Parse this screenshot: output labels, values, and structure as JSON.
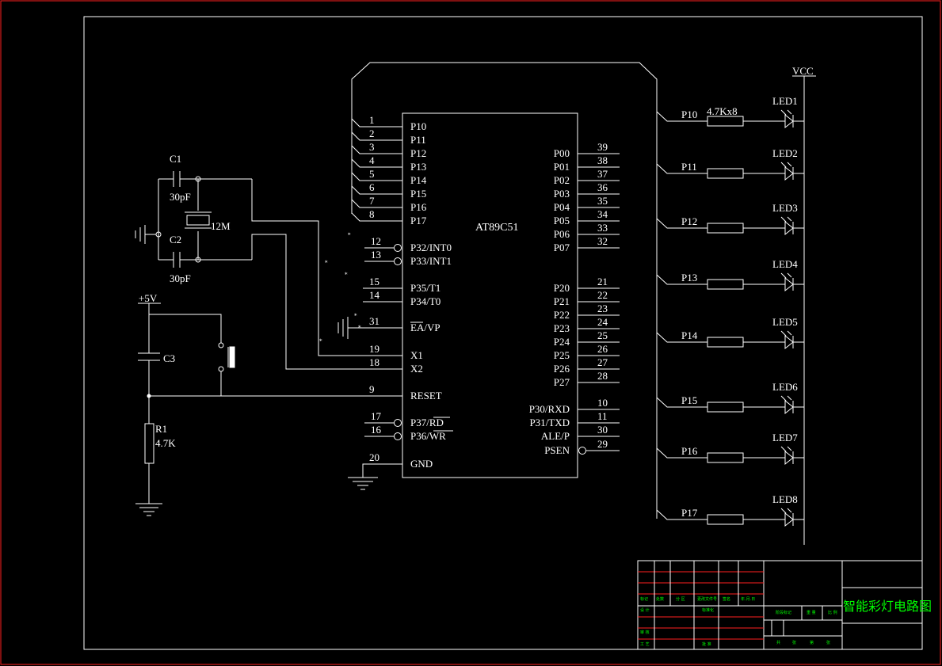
{
  "chip": {
    "name": "AT89C51",
    "left_pins": [
      {
        "num": "1",
        "label": "P10"
      },
      {
        "num": "2",
        "label": "P11"
      },
      {
        "num": "3",
        "label": "P12"
      },
      {
        "num": "4",
        "label": "P13"
      },
      {
        "num": "5",
        "label": "P14"
      },
      {
        "num": "6",
        "label": "P15"
      },
      {
        "num": "7",
        "label": "P16"
      },
      {
        "num": "8",
        "label": "P17"
      },
      {
        "num": "12",
        "label": "P32/INT0"
      },
      {
        "num": "13",
        "label": "P33/INT1"
      },
      {
        "num": "15",
        "label": "P35/T1"
      },
      {
        "num": "14",
        "label": "P34/T0"
      },
      {
        "num": "31",
        "label": "EA/VP"
      },
      {
        "num": "19",
        "label": "X1"
      },
      {
        "num": "18",
        "label": "X2"
      },
      {
        "num": "9",
        "label": "RESET"
      },
      {
        "num": "17",
        "label": "P37/RD"
      },
      {
        "num": "16",
        "label": "P36/WR"
      },
      {
        "num": "20",
        "label": "GND"
      }
    ],
    "right_pins": [
      {
        "num": "39",
        "label": "P00"
      },
      {
        "num": "38",
        "label": "P01"
      },
      {
        "num": "37",
        "label": "P02"
      },
      {
        "num": "36",
        "label": "P03"
      },
      {
        "num": "35",
        "label": "P04"
      },
      {
        "num": "34",
        "label": "P05"
      },
      {
        "num": "33",
        "label": "P06"
      },
      {
        "num": "32",
        "label": "P07"
      },
      {
        "num": "21",
        "label": "P20"
      },
      {
        "num": "22",
        "label": "P21"
      },
      {
        "num": "23",
        "label": "P22"
      },
      {
        "num": "24",
        "label": "P23"
      },
      {
        "num": "25",
        "label": "P24"
      },
      {
        "num": "26",
        "label": "P25"
      },
      {
        "num": "27",
        "label": "P26"
      },
      {
        "num": "28",
        "label": "P27"
      },
      {
        "num": "10",
        "label": "P30/RXD"
      },
      {
        "num": "11",
        "label": "P31/TXD"
      },
      {
        "num": "30",
        "label": "ALE/P"
      },
      {
        "num": "29",
        "label": "PSEN"
      }
    ]
  },
  "components": {
    "c1": "C1",
    "c1_val": "30pF",
    "c2": "C2",
    "c2_val": "30pF",
    "crystal": "12M",
    "c3": "C3",
    "r1": "R1",
    "r1_val": "4.7K",
    "vplus": "+5V",
    "vcc": "VCC",
    "resistor_array": "4.7Kx8"
  },
  "leds": [
    {
      "port": "P10",
      "led": "LED1"
    },
    {
      "port": "P11",
      "led": "LED2"
    },
    {
      "port": "P12",
      "led": "LED3"
    },
    {
      "port": "P13",
      "led": "LED4"
    },
    {
      "port": "P14",
      "led": "LED5"
    },
    {
      "port": "P15",
      "led": "LED6"
    },
    {
      "port": "P16",
      "led": "LED7"
    },
    {
      "port": "P17",
      "led": "LED8"
    }
  ],
  "title_block": {
    "title": "智能彩灯电路图",
    "labels": [
      "标记",
      "处数",
      "分 区",
      "更改文件号",
      "签名",
      "年.月.日",
      "设 计",
      "标准化",
      "阶段标记",
      "重 量",
      "比 例",
      "审 核",
      "工 艺",
      "批 准",
      "共",
      "张",
      "第",
      "张"
    ]
  },
  "colors": {
    "line": "#ffffff",
    "border": "#ff2020",
    "title_text": "#00ff00"
  }
}
